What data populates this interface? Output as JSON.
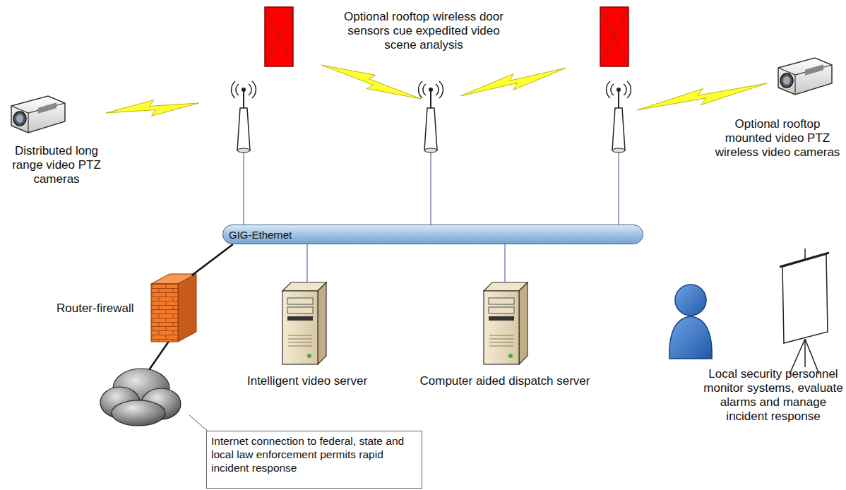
{
  "diagram": {
    "nodes": [
      {
        "text": [
          "GIG-Ethernet"
        ]
      },
      {
        "text": [
          "Router-firewall"
        ]
      },
      {
        "text": [
          "Intelligent video server"
        ]
      },
      {
        "text": [
          "Computer aided dispatch server"
        ]
      },
      {
        "text": [
          "Internet connection to federal, state and local law enforcement permits rapid incident response"
        ]
      }
    ],
    "edges": [
      {
        "from": 0,
        "to": 1,
        "arrow": "none"
      },
      {
        "from": 0,
        "to": 2,
        "arrow": "none"
      },
      {
        "from": 0,
        "to": 3,
        "arrow": "none"
      }
    ],
    "labels": [
      "Optional rooftop wireless door sensors cue expedited video scene analysis",
      "Distributed long range video PTZ cameras",
      "Optional rooftop mounted video PTZ wireless video cameras",
      "Local security personnel monitor systems, evaluate alarms and manage incident response"
    ]
  }
}
